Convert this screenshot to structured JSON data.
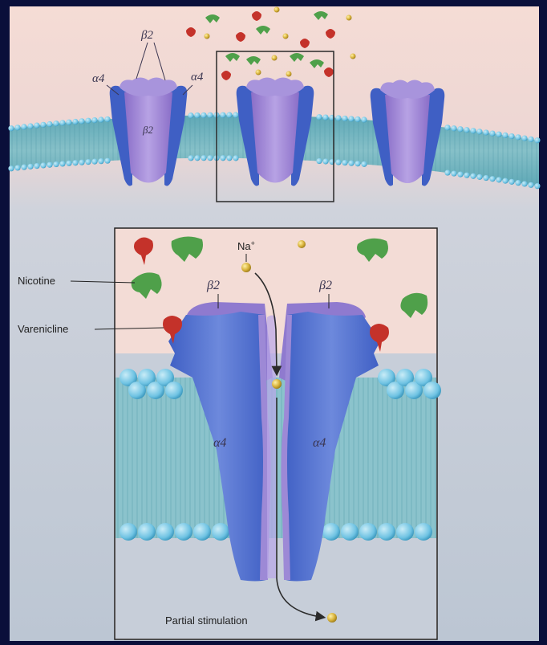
{
  "top_labels": {
    "alpha4_left": "α4",
    "beta2_top": "β2",
    "alpha4_right": "α4",
    "beta2_center": "β2"
  },
  "inset_labels": {
    "nicotine": "Nicotine",
    "varenicline": "Varenicline",
    "sodium": "Na",
    "sodium_charge": "+",
    "beta2_left": "β2",
    "beta2_right": "β2",
    "alpha4_left": "α4",
    "alpha4_right": "α4",
    "partial_stimulation": "Partial stimulation"
  },
  "colors": {
    "frame": "#0a0f3a",
    "extracellular": "#f3dcd6",
    "cytoplasm": "#c4cbd6",
    "membrane": "#7fb8c6",
    "lipid_head": "#6fc3e3",
    "receptor_alpha4": "#5a78d2",
    "receptor_beta2": "#9b86d4",
    "nicotine": "#4fa04a",
    "varenicline": "#c4322a",
    "sodium": "#d8b23a"
  },
  "icons": [
    "nicotine-molecule-icon",
    "varenicline-molecule-icon",
    "sodium-ion-icon",
    "flow-arrow-icon"
  ]
}
